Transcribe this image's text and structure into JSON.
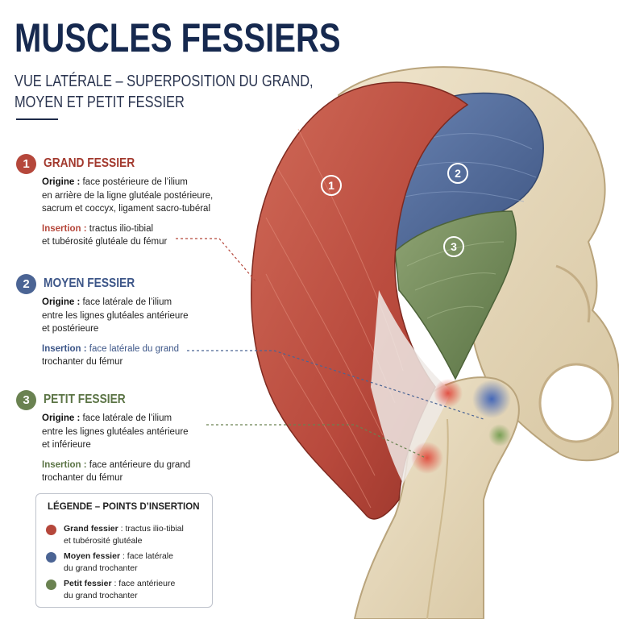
{
  "title": "MUSCLES FESSIERS",
  "subtitle_line1": "VUE LATÉRALE – SUPERPOSITION DU GRAND,",
  "subtitle_line2": "MOYEN ET PETIT FESSIER",
  "colors": {
    "grand": "#b5473b",
    "moyen": "#4b6494",
    "petit": "#6a8251",
    "title": "#16294f"
  },
  "muscles": [
    {
      "number": "1",
      "name": "GRAND FESSIER",
      "origin_label": "Origine :",
      "origin_line1": " face postérieure de l’ilium",
      "origin_line2": "en arrière de la ligne glutéale postérieure,",
      "origin_line3": "sacrum et coccyx, ligament sacro-tubéral",
      "insertion_label": "Insertion :",
      "insertion_line1": " tractus ilio-tibial",
      "insertion_line2": "et tubérosité glutéale du fémur"
    },
    {
      "number": "2",
      "name": "MOYEN FESSIER",
      "origin_label": "Origine :",
      "origin_line1": " face latérale de l’ilium",
      "origin_line2": "entre les lignes glutéales antérieure",
      "origin_line3": "et postérieure",
      "insertion_label": "Insertion :",
      "insertion_line1": " face latérale du grand",
      "insertion_line2": "trochanter du fémur"
    },
    {
      "number": "3",
      "name": "PETIT FESSIER",
      "origin_label": "Origine :",
      "origin_line1": " face latérale de l’ilium",
      "origin_line2": "entre les lignes glutéales antérieure",
      "origin_line3": "et inférieure",
      "insertion_label": "Insertion :",
      "insertion_line1": " face antérieure du grand",
      "insertion_line2": "trochanter du fémur"
    }
  ],
  "legend": {
    "title": "LÉGENDE – POINTS D’INSERTION",
    "items": [
      {
        "bold": "Grand fessier",
        "rest1": " : tractus ilio-tibial",
        "rest2": "et tubérosité glutéale"
      },
      {
        "bold": "Moyen fessier",
        "rest1": " : face latérale",
        "rest2": "du grand trochanter"
      },
      {
        "bold": "Petit fessier",
        "rest1": " : face antérieure",
        "rest2": "du grand trochanter"
      }
    ]
  }
}
